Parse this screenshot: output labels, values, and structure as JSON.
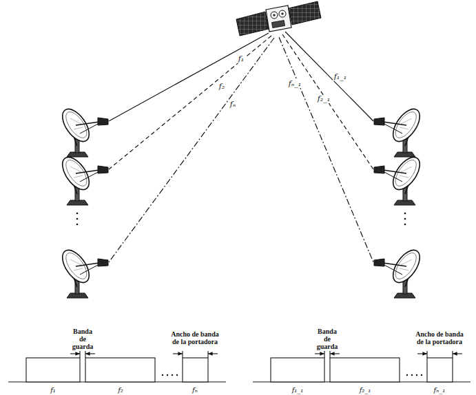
{
  "diagram": {
    "labels": [
      "f₁",
      "f₂",
      "fₙ",
      "f₁_₁",
      "f₂_₁",
      "fₙ_₁",
      "Banda de guarda",
      "Ancho de banda de la portadora",
      "f₁",
      "f₂",
      "fₙ",
      "Banda de guarda",
      "Ancho de banda de la portadora",
      "f₁_₁",
      "f₂_₁",
      "fₙ_₁"
    ]
  }
}
